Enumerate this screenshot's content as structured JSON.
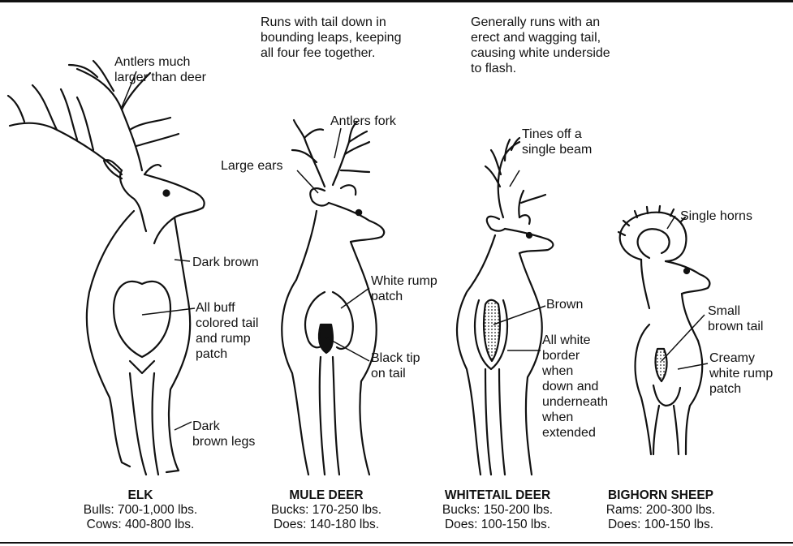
{
  "notes": {
    "mule_run": "Runs with tail down in\nbounding leaps, keeping\nall four fee together.",
    "whitetail_run": "Generally runs with an\nerect and wagging tail,\ncausing white underside\nto flash."
  },
  "elk": {
    "antlers": "Antlers much\nlarger than deer",
    "dark_brown": "Dark brown",
    "buff": "All buff\ncolored tail\nand rump\npatch",
    "legs": "Dark\nbrown legs",
    "name": "ELK",
    "weight1": "Bulls: 700-1,000 lbs.",
    "weight2": "Cows: 400-800 lbs."
  },
  "mule": {
    "antlers": "Antlers fork",
    "ears": "Large ears",
    "rump": "White rump\npatch",
    "tail": "Black tip\non tail",
    "name": "MULE DEER",
    "weight1": "Bucks: 170-250 lbs.",
    "weight2": "Does: 140-180 lbs."
  },
  "whitetail": {
    "tines": "Tines off a\nsingle beam",
    "brown": "Brown",
    "border": "All white\nborder\nwhen\ndown and\nunderneath\nwhen\nextended",
    "name": "WHITETAIL DEER",
    "weight1": "Bucks: 150-200 lbs.",
    "weight2": "Does: 100-150 lbs."
  },
  "bighorn": {
    "horns": "Single horns",
    "tail": "Small\nbrown tail",
    "rump": "Creamy\nwhite rump\npatch",
    "name": "BIGHORN SHEEP",
    "weight1": "Rams: 200-300 lbs.",
    "weight2": "Does: 100-150 lbs."
  }
}
